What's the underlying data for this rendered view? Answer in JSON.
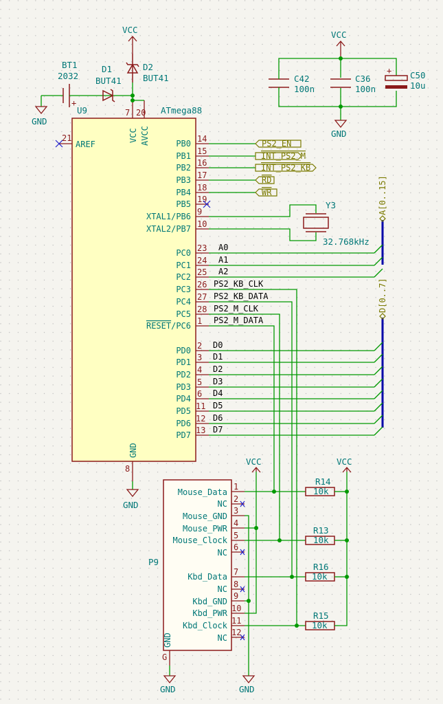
{
  "u9": {
    "ref": "U9",
    "value": "ATmega88",
    "vcc": "VCC",
    "avcc": "AVCC",
    "gnd": "GND",
    "aref": "AREF",
    "pins": {
      "p7": "7",
      "p20": "20",
      "p8": "8",
      "p21": "21",
      "pb0": {
        "num": "14",
        "name": "PB0"
      },
      "pb1": {
        "num": "15",
        "name": "PB1"
      },
      "pb2": {
        "num": "16",
        "name": "PB2"
      },
      "pb3": {
        "num": "17",
        "name": "PB3"
      },
      "pb4": {
        "num": "18",
        "name": "PB4"
      },
      "pb5": {
        "num": "19",
        "name": "PB5"
      },
      "pb6": {
        "num": "9",
        "name": "XTAL1/PB6"
      },
      "pb7": {
        "num": "10",
        "name": "XTAL2/PB7"
      },
      "pc0": {
        "num": "23",
        "name": "PC0"
      },
      "pc1": {
        "num": "24",
        "name": "PC1"
      },
      "pc2": {
        "num": "25",
        "name": "PC2"
      },
      "pc3": {
        "num": "26",
        "name": "PC3"
      },
      "pc4": {
        "num": "27",
        "name": "PC4"
      },
      "pc5": {
        "num": "28",
        "name": "PC5"
      },
      "pc6": {
        "num": "1",
        "name_over": "RESET",
        "name_rest": "/PC6"
      },
      "pd0": {
        "num": "2",
        "name": "PD0"
      },
      "pd1": {
        "num": "3",
        "name": "PD1"
      },
      "pd2": {
        "num": "4",
        "name": "PD2"
      },
      "pd3": {
        "num": "5",
        "name": "PD3"
      },
      "pd4": {
        "num": "6",
        "name": "PD4"
      },
      "pd5": {
        "num": "11",
        "name": "PD5"
      },
      "pd6": {
        "num": "12",
        "name": "PD6"
      },
      "pd7": {
        "num": "13",
        "name": "PD7"
      }
    }
  },
  "nets": {
    "a0": "A0",
    "a1": "A1",
    "a2": "A2",
    "kbclk": "PS2_KB_CLK",
    "kbdata": "PS2_KB_DATA",
    "mclk": "PS2_M_CLK",
    "mdata": "PS2_M_DATA",
    "d0": "D0",
    "d1": "D1",
    "d2": "D2",
    "d3": "D3",
    "d4": "D4",
    "d5": "D5",
    "d6": "D6",
    "d7": "D7"
  },
  "globals": {
    "ps2en": "PS2_EN",
    "intm": "INT_PS2_M",
    "intkb": "INT_PS2_KB",
    "rd": "RD",
    "wr": "WR"
  },
  "buses": {
    "addr": "A[0..15]",
    "data": "D[0..7]"
  },
  "power": {
    "vcc": "VCC",
    "gnd": "GND"
  },
  "bt1": {
    "ref": "BT1",
    "value": "2032",
    "plus": "+"
  },
  "d1": {
    "ref": "D1",
    "value": "BUT41"
  },
  "d2": {
    "ref": "D2",
    "value": "BUT41"
  },
  "y3": {
    "ref": "Y3",
    "value": "32.768kHz"
  },
  "c42": {
    "ref": "C42",
    "value": "100n"
  },
  "c36": {
    "ref": "C36",
    "value": "100n"
  },
  "c50": {
    "ref": "C50",
    "value": "10u",
    "plus": "+"
  },
  "p9": {
    "ref": "P9",
    "gnd": "GND",
    "gpin": "G",
    "pins": [
      {
        "num": "1",
        "name": "Mouse_Data"
      },
      {
        "num": "2",
        "name": "NC"
      },
      {
        "num": "3",
        "name": "Mouse_GND"
      },
      {
        "num": "4",
        "name": "Mouse_PWR"
      },
      {
        "num": "5",
        "name": "Mouse_Clock"
      },
      {
        "num": "6",
        "name": "NC"
      },
      {
        "num": "7",
        "name": "Kbd_Data"
      },
      {
        "num": "8",
        "name": "NC"
      },
      {
        "num": "9",
        "name": "Kbd_GND"
      },
      {
        "num": "10",
        "name": "Kbd_PWR"
      },
      {
        "num": "11",
        "name": "Kbd_Clock"
      },
      {
        "num": "12",
        "name": "NC"
      }
    ]
  },
  "r14": {
    "ref": "R14",
    "value": "10k"
  },
  "r13": {
    "ref": "R13",
    "value": "10k"
  },
  "r16": {
    "ref": "R16",
    "value": "10k"
  },
  "r15": {
    "ref": "R15",
    "value": "10k"
  }
}
